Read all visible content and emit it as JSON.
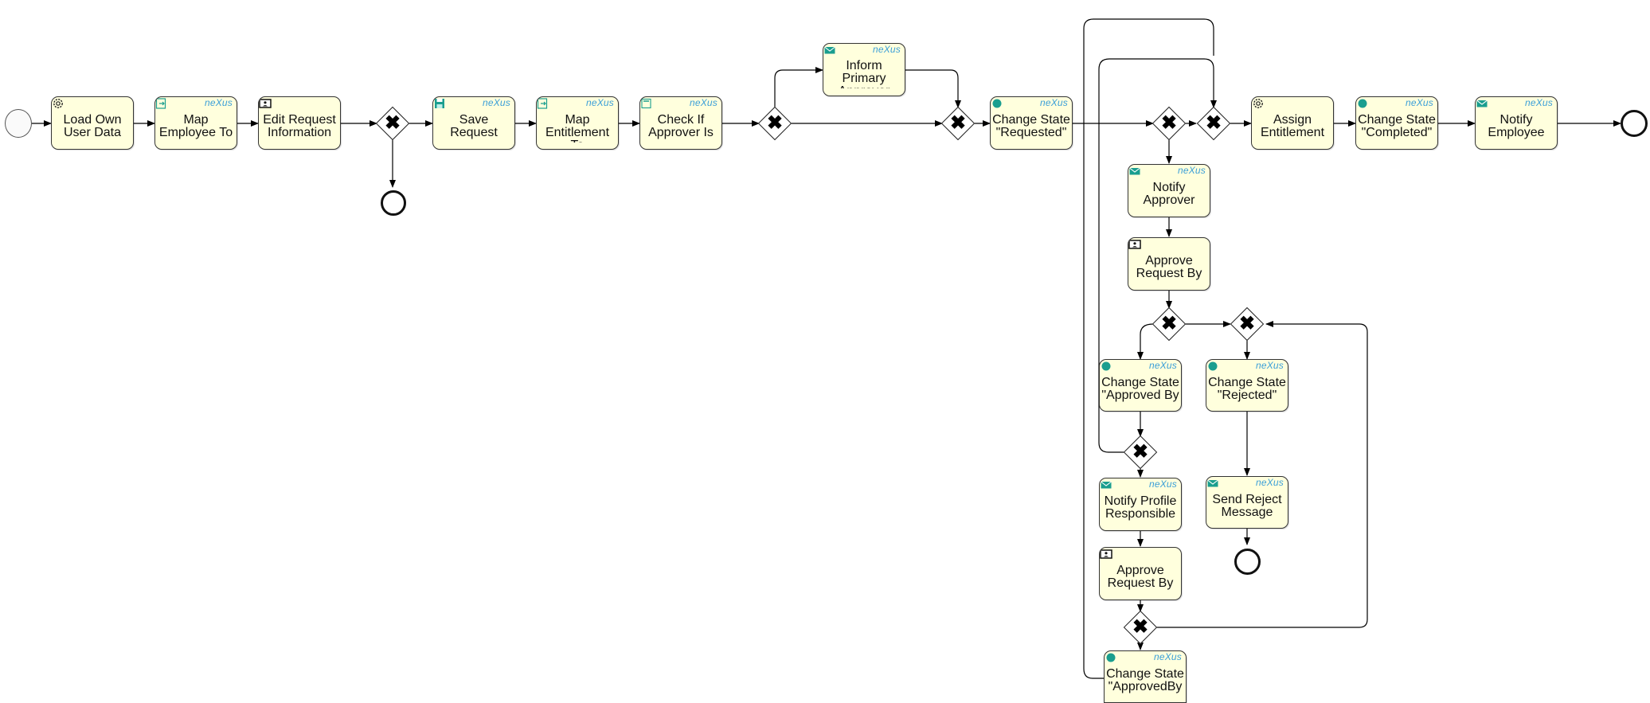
{
  "diagram": {
    "brand_text": "neXus",
    "colors": {
      "task_fill": "#ffffdd",
      "state_icon": "#1a9e8f",
      "mail_icon": "#1a9e8f",
      "brand": "#3b9fd8"
    },
    "tasks": [
      {
        "id": "t1",
        "label": "Load Own User Data",
        "icon": "gear-icon",
        "brand": false
      },
      {
        "id": "t2",
        "label": "Map Employee To",
        "icon": "map-icon",
        "brand": true
      },
      {
        "id": "t3",
        "label": "Edit Request Information",
        "icon": "user-task-icon",
        "brand": false
      },
      {
        "id": "t4",
        "label": "Save Request",
        "icon": "save-icon",
        "brand": true
      },
      {
        "id": "t5",
        "label": "Map Entitlement To",
        "icon": "map-icon",
        "brand": true
      },
      {
        "id": "t6",
        "label": "Check If Approver Is",
        "icon": "check-icon",
        "brand": true
      },
      {
        "id": "t7",
        "label": "Inform Primary Approver",
        "icon": "mail-icon",
        "brand": true
      },
      {
        "id": "t8",
        "label": "Change State \"Requested\"",
        "icon": "state-icon",
        "brand": true
      },
      {
        "id": "t9",
        "label": "Assign Entitlement",
        "icon": "gear-icon",
        "brand": false
      },
      {
        "id": "t10",
        "label": "Change State \"Completed\"",
        "icon": "state-icon",
        "brand": true
      },
      {
        "id": "t11",
        "label": "Notify Employee",
        "icon": "mail-icon",
        "brand": true
      },
      {
        "id": "t12",
        "label": "Notify Approver",
        "icon": "mail-icon",
        "brand": true
      },
      {
        "id": "t13",
        "label": "Approve Request By",
        "icon": "user-task-icon",
        "brand": false
      },
      {
        "id": "t14",
        "label": "Change State \"Approved By",
        "icon": "state-icon",
        "brand": true
      },
      {
        "id": "t15",
        "label": "Change State \"Rejected\"",
        "icon": "state-icon",
        "brand": true
      },
      {
        "id": "t16",
        "label": "Notify Profile Responsible",
        "icon": "mail-icon",
        "brand": true
      },
      {
        "id": "t17",
        "label": "Send Reject Message",
        "icon": "mail-icon",
        "brand": true
      },
      {
        "id": "t18",
        "label": "Approve Request By",
        "icon": "user-task-icon",
        "brand": false
      },
      {
        "id": "t19",
        "label": "Change State \"ApprovedBy",
        "icon": "state-icon",
        "brand": true
      }
    ]
  }
}
